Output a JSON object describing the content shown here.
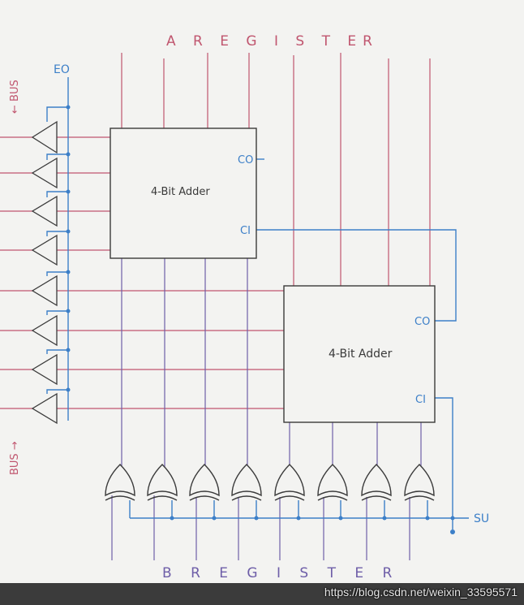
{
  "labels": {
    "a_register": "A  R E G I S T  ER",
    "b_register": "B  R E G I S T E R",
    "eo": "EO",
    "bus_out": "← BUS",
    "bus_in": "BUS →",
    "su": "SU",
    "co_top": "CO",
    "ci_top": "CI",
    "co_bottom": "CO",
    "ci_bottom": "CI"
  },
  "adders": [
    {
      "name": "4-Bit Adder"
    },
    {
      "name": "4-Bit Adder"
    }
  ],
  "counts": {
    "bus_bits": 8,
    "a_lines": 8,
    "xor_gates": 8
  },
  "colors": {
    "paper": "#f3f3f1",
    "red_wire": "#c0566f",
    "purple_wire": "#6e5ea8",
    "blue_wire": "#3c7fc8",
    "ink": "#3a3a3a",
    "label_red": "#c0566f"
  },
  "watermark": "https://blog.csdn.net/weixin_33595571"
}
